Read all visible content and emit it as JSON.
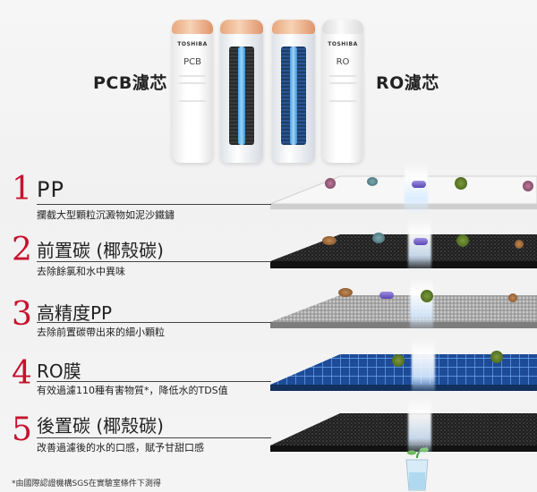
{
  "header": {
    "pcb_label": "PCB濾芯",
    "ro_label": "RO濾芯",
    "cartridge_pcb": {
      "brand": "TOSHIBA",
      "type": "PCB"
    },
    "cartridge_ro": {
      "brand": "TOSHIBA",
      "type": "RO"
    }
  },
  "stages": [
    {
      "number": "1",
      "title": "PP",
      "desc": "攔截大型顆粒沉澱物如泥沙鐵鏽"
    },
    {
      "number": "2",
      "title": "前置碳 (椰殼碳)",
      "desc": "去除餘氯和水中異味"
    },
    {
      "number": "3",
      "title": "高精度PP",
      "desc": "去除前置碳帶出來的細小顆粒"
    },
    {
      "number": "4",
      "title": "RO膜",
      "desc": "有效過濾110種有害物質*，降低水的TDS值"
    },
    {
      "number": "5",
      "title": "後置碳 (椰殼碳)",
      "desc": "改善過濾後的水的口感，賦予甘甜口感"
    }
  ],
  "footnote": "*由國際認證機構SGS在實驗室條件下測得",
  "colors": {
    "accent": "#c8102e",
    "ro_membrane": "#1f4e9c",
    "carbon": "#2a2a2a"
  }
}
